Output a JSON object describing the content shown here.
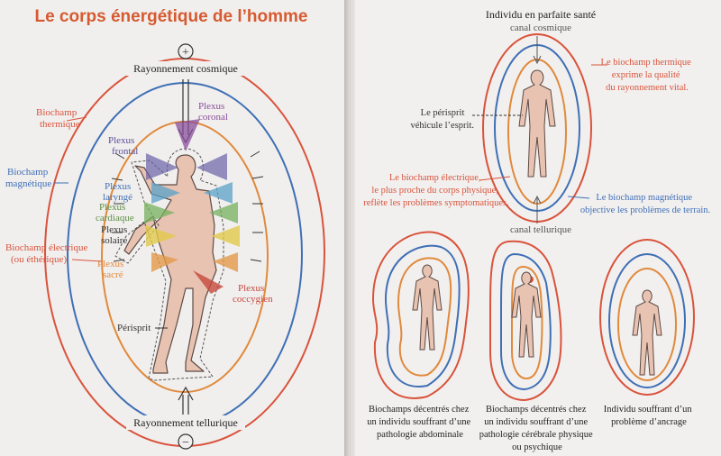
{
  "left": {
    "title": "Le corps énergétique de l’homme",
    "top_sign": "+",
    "bottom_sign": "−",
    "rayonnement_cosmique": "Rayonnement cosmique",
    "rayonnement_tellurique": "Rayonnement tellurique",
    "biochamp_thermique": [
      "Biochamp",
      "thermique"
    ],
    "biochamp_magnetique": [
      "Biochamp",
      "magnétique"
    ],
    "biochamp_electrique": [
      "Biochamp électrique",
      "(ou éthérique)"
    ],
    "plexus_coronal": [
      "Plexus",
      "coronal"
    ],
    "plexus_frontal": [
      "Plexus",
      "frontal"
    ],
    "plexus_larynge": [
      "Plexus",
      "laryngé"
    ],
    "plexus_cardiaque": [
      "Plexus",
      "cardiaque"
    ],
    "plexus_solaire": [
      "Plexus",
      "solaire"
    ],
    "plexus_sacre": [
      "Plexus",
      "sacré"
    ],
    "plexus_coccygien": [
      "Plexus",
      "coccygien"
    ],
    "perisprit": "Périsprit"
  },
  "right": {
    "title": "Individu en parfaite santé",
    "canal_cosmique": "canal cosmique",
    "canal_tellurique": "canal tellurique",
    "thermique_note": [
      "Le biochamp thermique",
      "exprime la qualité",
      "du rayonnement vital."
    ],
    "perisprit_note": [
      "Le périsprit",
      "véhicule l’esprit."
    ],
    "electrique_note": [
      "Le biochamp électrique,",
      "le plus proche du corps physique,",
      "reflète les problèmes symptomatiques."
    ],
    "magnetique_note": [
      "Le biochamp magnétique",
      "objective les problèmes de terrain."
    ],
    "caption_1": [
      "Biochamps décentrés chez",
      "un individu souffrant d’une",
      "pathologie abdominale"
    ],
    "caption_2": [
      "Biochamps décentrés chez",
      "un individu souffrant d’une",
      "pathologie cérébrale physique",
      "ou psychique"
    ],
    "caption_3": [
      "Individu souffrant d’un",
      "problème d’ancrage"
    ]
  },
  "colors": {
    "thermique": "#d9533b",
    "magnetique": "#3f6fb5",
    "electrique": "#e08a3c",
    "title": "#d65a30",
    "text": "#2a2a2a",
    "body_fill": "#e8c3b2",
    "body_stroke": "#5c4a44"
  }
}
